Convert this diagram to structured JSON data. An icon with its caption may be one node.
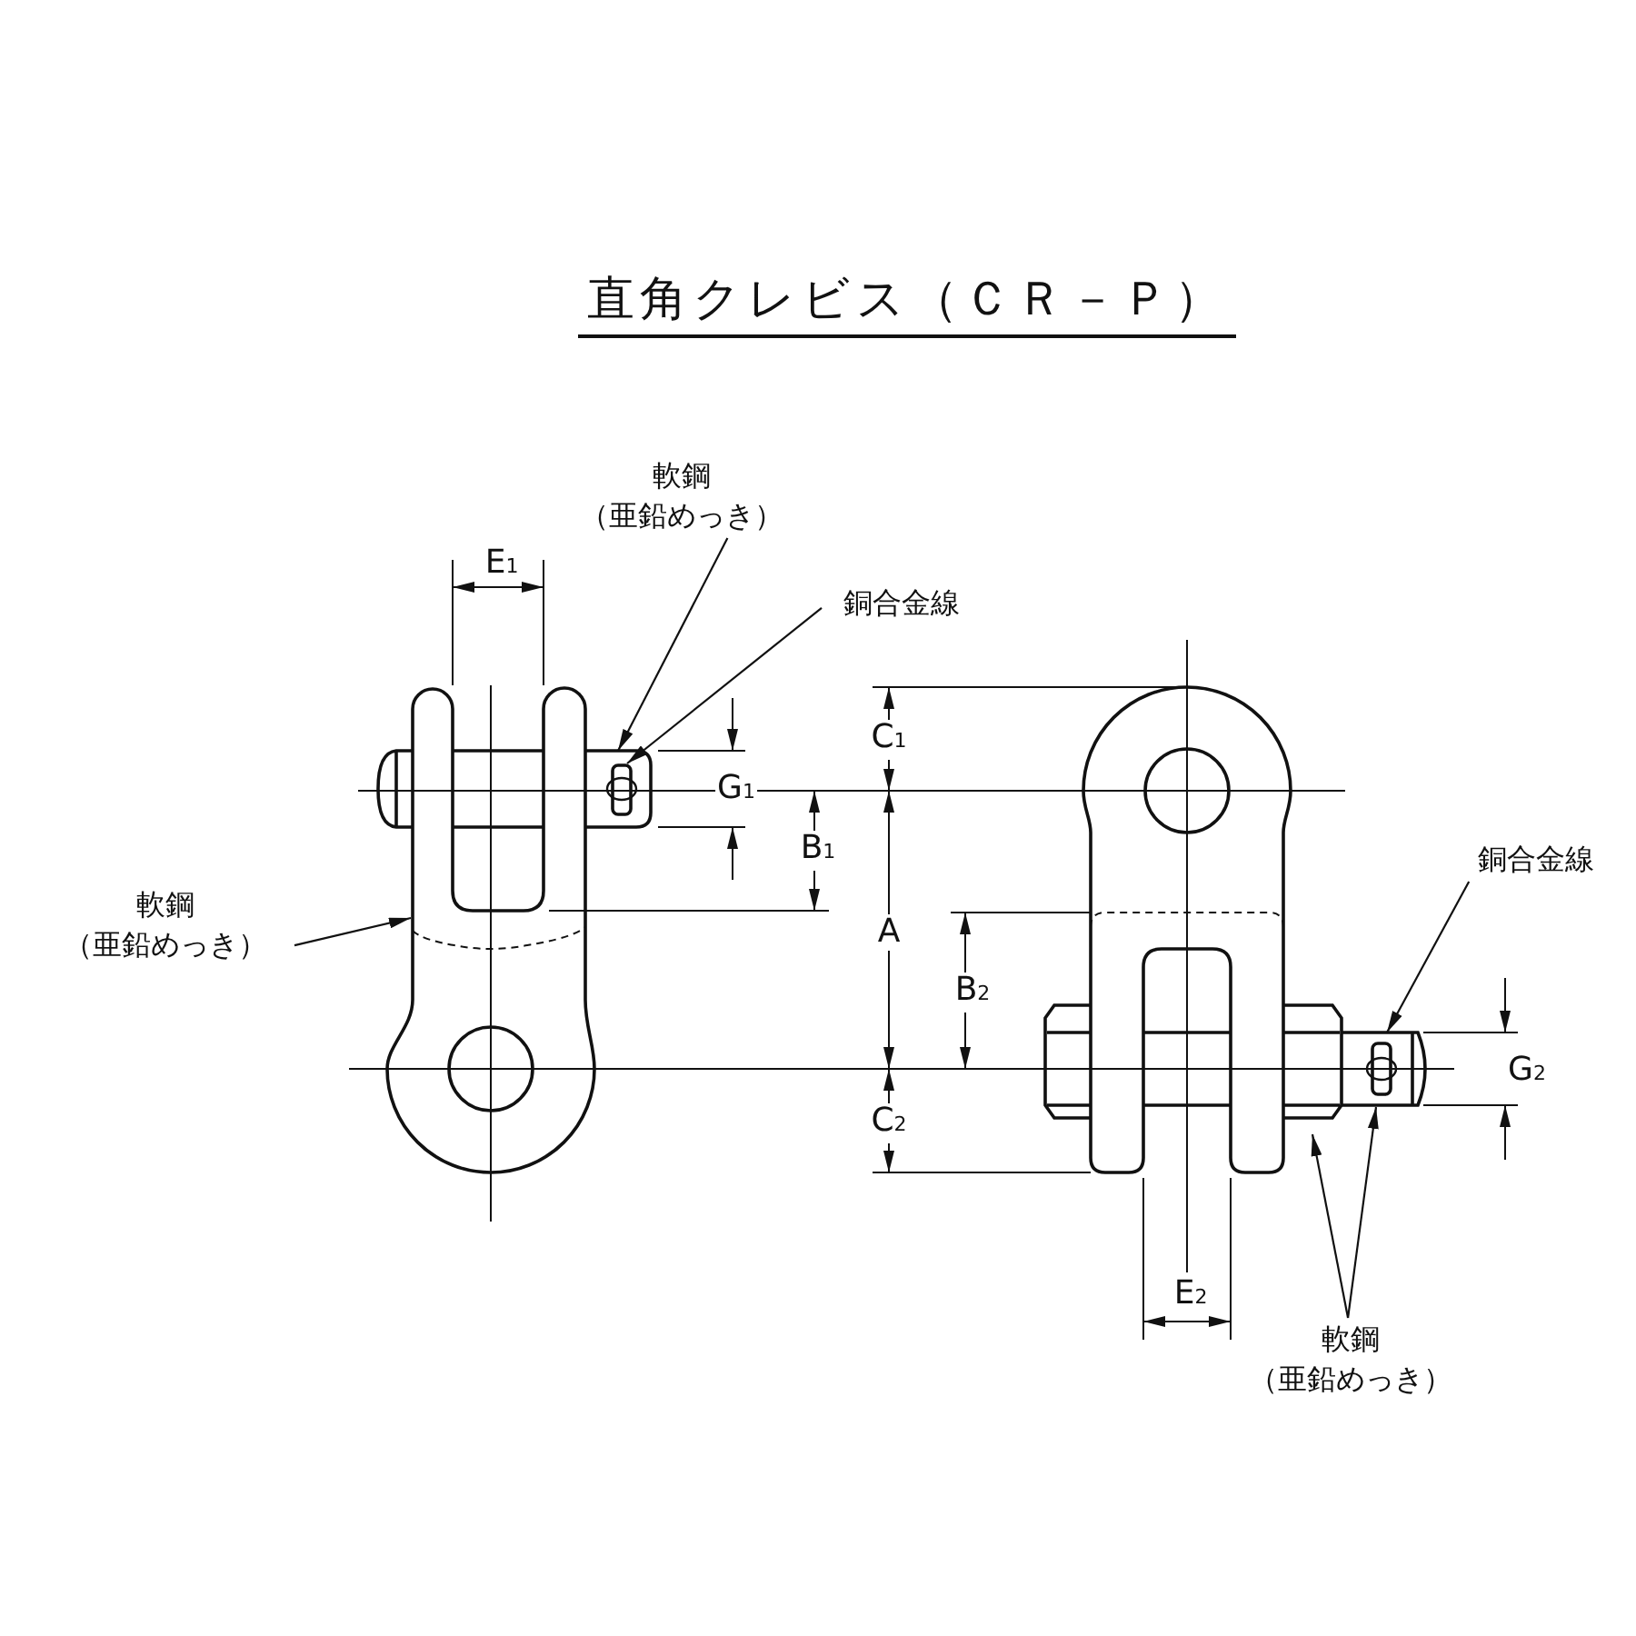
{
  "diagram": {
    "title": "直角クレビス（ＣＲ－Ｐ）",
    "nodes": [
      {
        "text": [
          "軟鋼",
          "（亜鉛めっき）"
        ]
      },
      {
        "text": [
          "銅合金線"
        ]
      },
      {
        "text": [
          "軟鋼",
          "（亜鉛めっき）"
        ]
      },
      {
        "text": [
          "銅合金線"
        ]
      },
      {
        "text": [
          "軟鋼",
          "（亜鉛めっき）"
        ]
      }
    ],
    "edges": [
      {
        "from": 0,
        "to": null,
        "arrow": "to"
      },
      {
        "from": 1,
        "to": null,
        "arrow": "to"
      },
      {
        "from": 2,
        "to": null,
        "arrow": "to"
      },
      {
        "from": 3,
        "to": null,
        "arrow": "to"
      },
      {
        "from": 4,
        "to": null,
        "arrow": "to"
      },
      {
        "from": 4,
        "to": null,
        "arrow": "to"
      }
    ],
    "labels": [
      "E$_{1}$",
      "C$_{1}$",
      "G$_{1}$",
      "B$_{1}$",
      "A",
      "B$_{2}$",
      "G$_{2}$",
      "C$_{2}$",
      "E$_{2}$"
    ]
  }
}
